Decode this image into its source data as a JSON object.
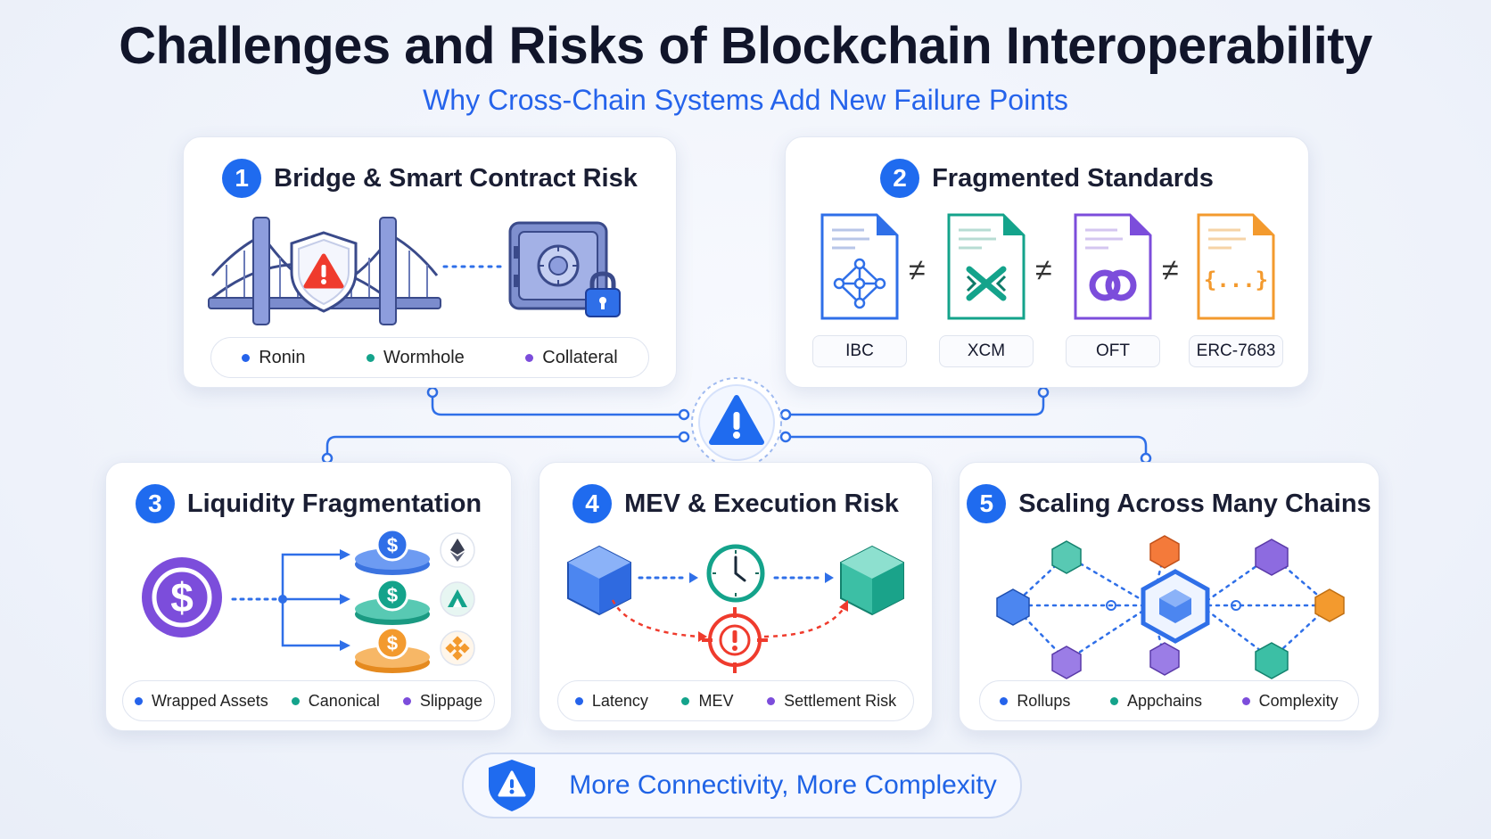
{
  "title": "Challenges and Risks of Blockchain Interoperability",
  "subtitle": "Why Cross-Chain Systems Add New Failure Points",
  "colors": {
    "accent": "#1f6bef",
    "blue_dot": "#2563eb",
    "teal_dot": "#14a38b",
    "purple_dot": "#7c4ddb",
    "warning_red": "#ef3b2d"
  },
  "cards": [
    {
      "number": "1",
      "title": "Bridge & Smart Contract Risk",
      "tags": [
        "Ronin",
        "Wormhole",
        "Collateral"
      ],
      "icons": [
        "bridge-icon",
        "warning-shield-icon",
        "vault-icon",
        "lock-icon"
      ]
    },
    {
      "number": "2",
      "title": "Fragmented Standards",
      "neq_symbol": "≠",
      "standards": [
        "IBC",
        "XCM",
        "OFT",
        "ERC-7683"
      ],
      "icons": [
        "ibc-document-icon",
        "xcm-document-icon",
        "oft-document-icon",
        "erc-document-icon"
      ],
      "erc_glyph": "{...}"
    },
    {
      "number": "3",
      "title": "Liquidity Fragmentation",
      "tags": [
        "Wrapped Assets",
        "Canonical",
        "Slippage"
      ],
      "icons": [
        "usdc-coin-icon",
        "coin-stack-icon",
        "ethereum-icon",
        "arbitrum-icon",
        "bnb-icon"
      ],
      "coin_symbol": "$"
    },
    {
      "number": "4",
      "title": "MEV & Execution Risk",
      "tags": [
        "Latency",
        "MEV",
        "Settlement Risk"
      ],
      "icons": [
        "blue-block-icon",
        "clock-icon",
        "teal-block-icon",
        "target-warning-icon"
      ]
    },
    {
      "number": "5",
      "title": "Scaling Across Many Chains",
      "tags": [
        "Rollups",
        "Appchains",
        "Complexity"
      ],
      "icons": [
        "hub-chain-icon",
        "network-cube-icon"
      ]
    }
  ],
  "center_icon": "warning-triangle-icon",
  "banner": {
    "text": "More Connectivity, More Complexity",
    "icon": "warning-shield-icon"
  }
}
